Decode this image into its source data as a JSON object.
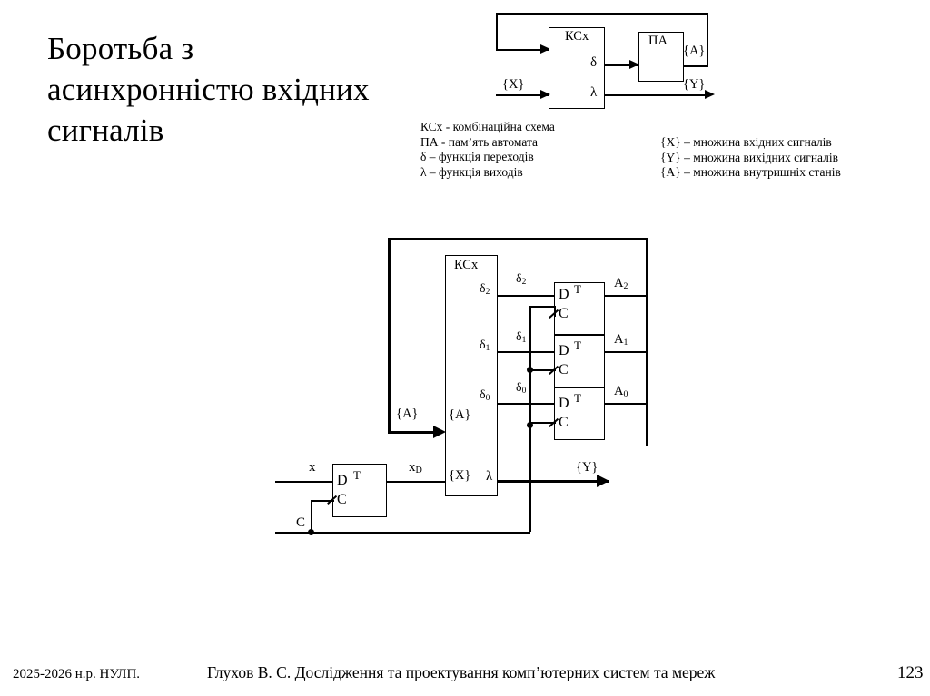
{
  "slide": {
    "title": "Боротьба з асинхронністю вхідних сигналів",
    "page_number": "123"
  },
  "top_diagram": {
    "name": "moore-automaton-block-diagram",
    "blocks": [
      {
        "id": "kcx",
        "label": "КСх"
      },
      {
        "id": "pa",
        "label": "ПА"
      }
    ],
    "signals": {
      "input_set": "{X}",
      "output_set": "{Y}",
      "state_set": "{A}",
      "delta": "δ",
      "lambda": "λ"
    }
  },
  "legend": {
    "left_lines": [
      "КСх - комбінаційна схема",
      "ПА - пам’ять автомата",
      "δ – функція переходів",
      "λ – функція виходів"
    ],
    "right_lines": [
      "{X} – множина вхідних сигналів",
      "{Y} – множина вихідних сигналів",
      "{A} – множина внутришніх станів"
    ]
  },
  "main_diagram": {
    "name": "synchronized-input-automaton-schematic",
    "kcx_label": "КСх",
    "kcx_ports": {
      "state_in": "{A}",
      "input_in": "{X}",
      "lambda_out": "λ",
      "delta_outs": [
        "δ2",
        "δ1",
        "δ0"
      ]
    },
    "bus_labels": [
      "δ2",
      "δ1",
      "δ0"
    ],
    "registers": [
      {
        "d": "D",
        "t": "T",
        "c": "C",
        "q": "A2"
      },
      {
        "d": "D",
        "t": "T",
        "c": "C",
        "q": "A1"
      },
      {
        "d": "D",
        "t": "T",
        "c": "C",
        "q": "A0"
      }
    ],
    "input_flipflop": {
      "d": "D",
      "t": "T",
      "c": "C"
    },
    "input_signal": "x",
    "synchronized_input_signal": "xD",
    "clock_signal": "C",
    "state_feedback_label": "{A}",
    "output_label": "{Y}"
  },
  "footer": {
    "left": "2025-2026 н.р. НУЛП.",
    "center": "Глухов В. С. Дослідження та проектування комп’ютерних систем та мереж"
  },
  "colors": {
    "ink": "#000000",
    "page": "#ffffff"
  }
}
